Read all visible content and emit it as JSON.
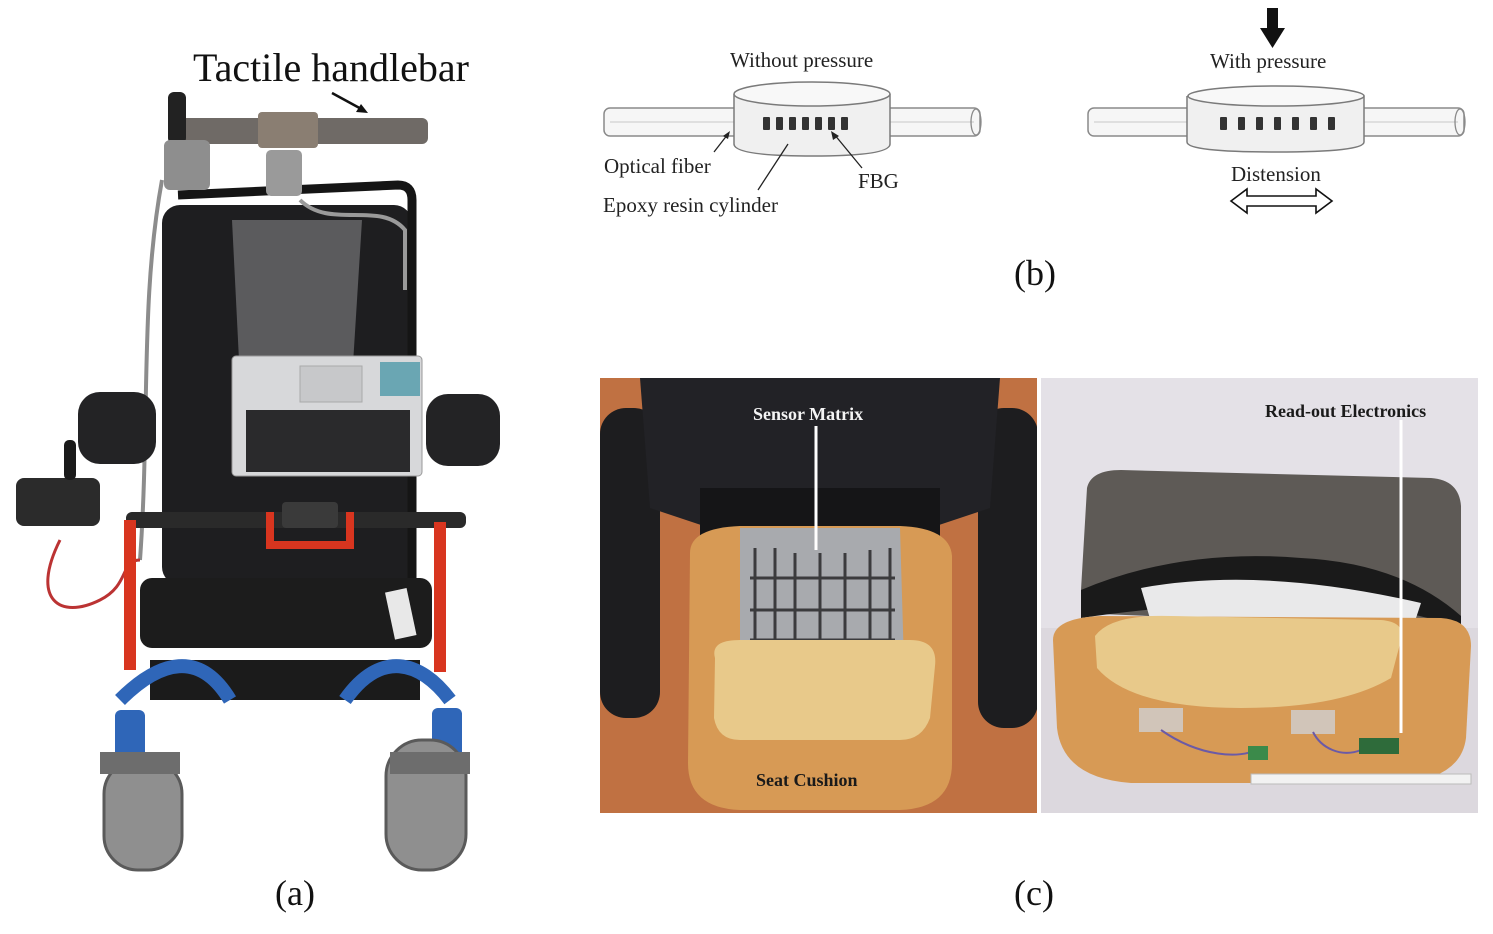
{
  "panel_a": {
    "caption": "(a)",
    "label": "Tactile handlebar"
  },
  "panel_b": {
    "caption": "(b)",
    "without_pressure": "Without pressure",
    "with_pressure": "With pressure",
    "optical_fiber": "Optical fiber",
    "epoxy": "Epoxy resin cylinder",
    "fbg": "FBG",
    "distension": "Distension"
  },
  "panel_c": {
    "caption": "(c)",
    "sensor_matrix": "Sensor Matrix",
    "seat_cushion": "Seat Cushion",
    "readout": "Read-out Electronics"
  },
  "colors": {
    "chair_frame": "#1b1b1b",
    "chair_red": "#d8351f",
    "chair_blue": "#2f66b8",
    "cushion_orange": "#d79a55",
    "fabric_gray": "#5e5a56"
  }
}
